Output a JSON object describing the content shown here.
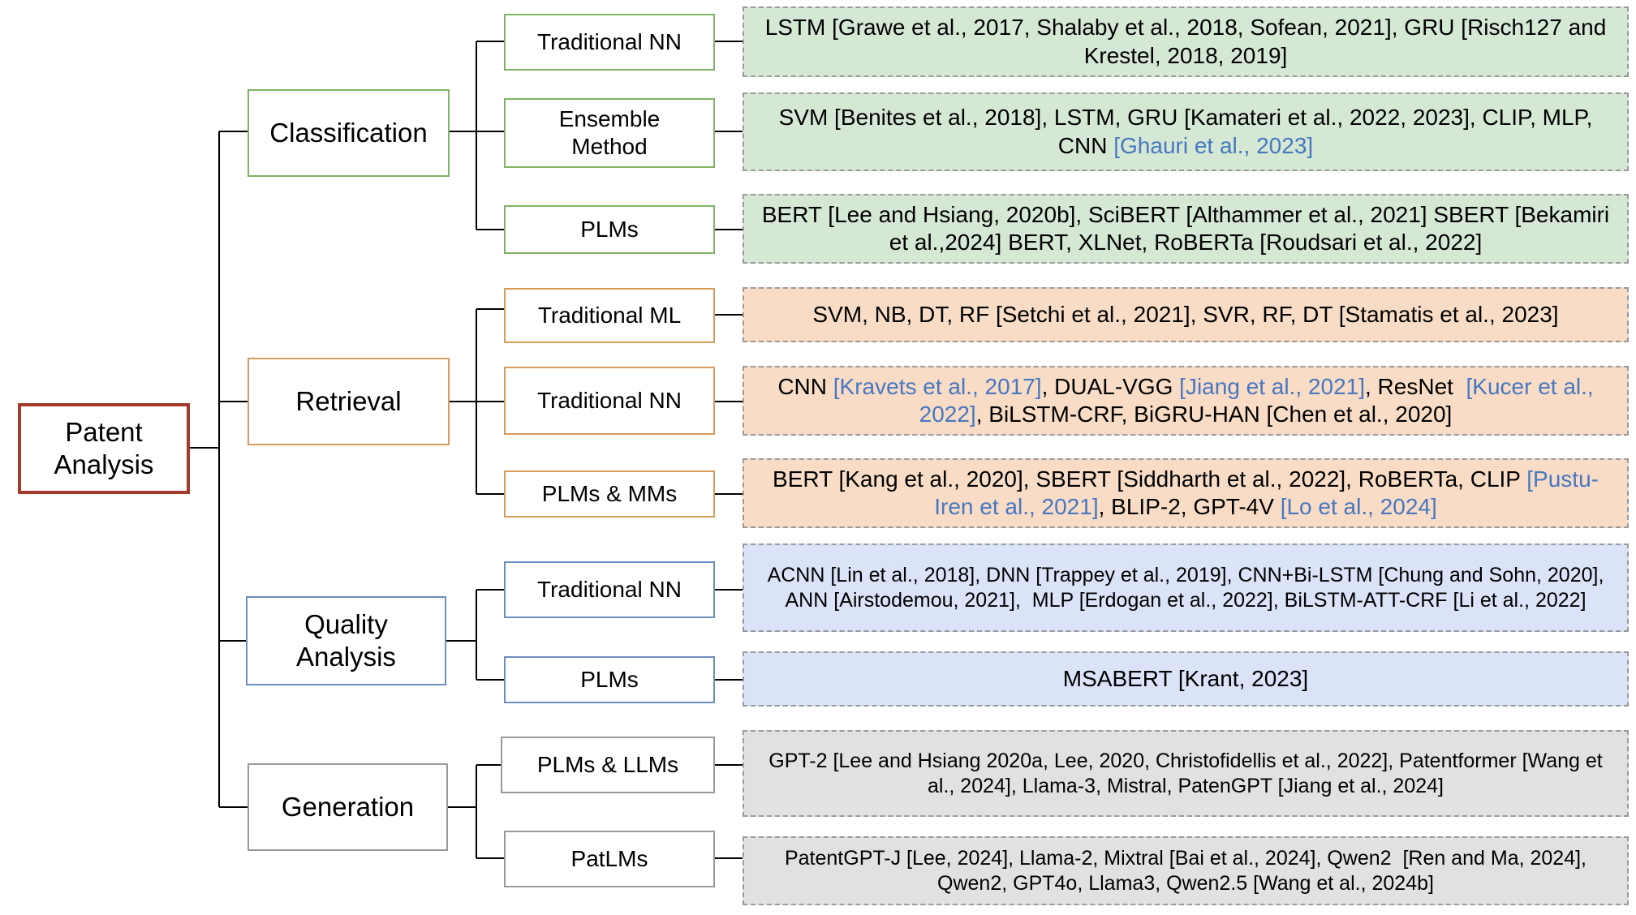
{
  "colors": {
    "root_border": "#a33a2c",
    "classification_border": "#82b366",
    "classification_fill": "#d5e8d4",
    "retrieval_border": "#d79b5b",
    "retrieval_fill": "#f8dcc6",
    "quality_border": "#6c8ebf",
    "quality_fill": "#dae3f8",
    "generation_border": "#999999",
    "generation_fill": "#e1e1e1",
    "citation_blue": "#4677c1",
    "connector": "#000000"
  },
  "root": {
    "line1": "Patent",
    "line2": "Analysis"
  },
  "categories": [
    {
      "label": "Classification",
      "subs": [
        {
          "label": "Traditional NN",
          "methods": [
            {
              "text": "LSTM [Grawe et al., 2017, Shalaby et al., 2018, Sofean, 2021], GRU [Risch127 and Krestel, 2018, 2019]",
              "cited": ""
            }
          ]
        },
        {
          "label": "Ensemble Method",
          "methods": [
            {
              "text": "SVM [Benites et al., 2018], LSTM, GRU [Kamateri et al., 2022, 2023], CLIP, MLP, CNN ",
              "cited": ""
            },
            {
              "text": "",
              "cited": "[Ghauri et al., 2023]"
            }
          ]
        },
        {
          "label": "PLMs",
          "methods": [
            {
              "text": "BERT [Lee and Hsiang, 2020b], SciBERT [Althammer et al., 2021] SBERT [Bekamiri et al.,2024] BERT, XLNet, RoBERTa [Roudsari et al., 2022]",
              "cited": ""
            }
          ]
        }
      ]
    },
    {
      "label": "Retrieval",
      "subs": [
        {
          "label": "Traditional ML",
          "methods": [
            {
              "text": "SVM, NB, DT, RF [Setchi et al., 2021], SVR, RF, DT [Stamatis et al., 2023]",
              "cited": ""
            }
          ]
        },
        {
          "label": "Traditional NN",
          "methods": [
            {
              "text": "CNN ",
              "cited": ""
            },
            {
              "text": "",
              "cited": "[Kravets et al., 2017]"
            },
            {
              "text": ", DUAL-VGG ",
              "cited": ""
            },
            {
              "text": "",
              "cited": "[Jiang et al., 2021]"
            },
            {
              "text": ", ResNet  ",
              "cited": ""
            },
            {
              "text": "",
              "cited": "[Kucer et al., 2022]"
            },
            {
              "text": ", BiLSTM-CRF, BiGRU-HAN [Chen et al., 2020]",
              "cited": ""
            }
          ]
        },
        {
          "label": "PLMs & MMs",
          "methods": [
            {
              "text": "BERT [Kang et al., 2020], SBERT [Siddharth et al., 2022], RoBERTa, CLIP ",
              "cited": ""
            },
            {
              "text": "",
              "cited": "[Pustu-Iren et al., 2021]"
            },
            {
              "text": ", BLIP-2, GPT-4V ",
              "cited": ""
            },
            {
              "text": "",
              "cited": "[Lo et al., 2024]"
            }
          ]
        }
      ]
    },
    {
      "label": "Quality Analysis",
      "subs": [
        {
          "label": "Traditional NN",
          "methods": [
            {
              "text": "ACNN [Lin et al., 2018], DNN [Trappey et al., 2019], CNN+Bi-LSTM [Chung and Sohn, 2020], ANN [Airstodemou, 2021],  MLP [Erdogan et al., 2022], BiLSTM-ATT-CRF [Li et al., 2022]",
              "cited": ""
            }
          ]
        },
        {
          "label": "PLMs",
          "methods": [
            {
              "text": "MSABERT [Krant, 2023]",
              "cited": ""
            }
          ]
        }
      ]
    },
    {
      "label": "Generation",
      "subs": [
        {
          "label": "PLMs & LLMs",
          "methods": [
            {
              "text": "GPT-2 [Lee and Hsiang 2020a, Lee, 2020, Christofidellis et al., 2022], Patentformer [Wang et al., 2024], Llama-3, Mistral, PatenGPT [Jiang et al., 2024]",
              "cited": ""
            }
          ]
        },
        {
          "label": "PatLMs",
          "methods": [
            {
              "text": "PatentGPT-J [Lee, 2024], Llama-2, Mixtral [Bai et al., 2024], Qwen2  [Ren and Ma, 2024], Qwen2, GPT4o, Llama3, Qwen2.5 [Wang et al., 2024b]",
              "cited": ""
            }
          ]
        }
      ]
    }
  ]
}
